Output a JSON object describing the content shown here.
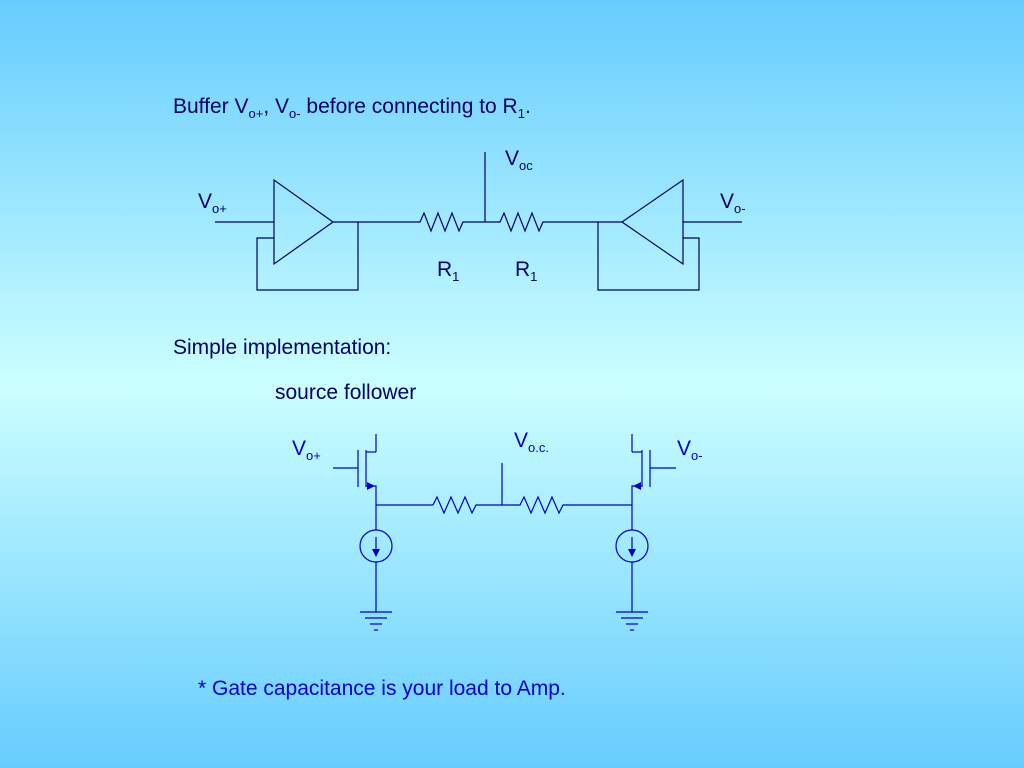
{
  "slide": {
    "heading": {
      "pre": "Buffer V",
      "s1": "o+",
      "mid1": ", V",
      "s2": "o-",
      "mid2": " before connecting to R",
      "s3": "1",
      "post": "."
    },
    "buffer_diagram": {
      "vo_plus": {
        "main": "V",
        "sub": "o+"
      },
      "vo_minus": {
        "main": "V",
        "sub": "o-"
      },
      "voc": {
        "main": "V",
        "sub": "oc"
      },
      "r_left": {
        "main": "R",
        "sub": "1"
      },
      "r_right": {
        "main": "R",
        "sub": "1"
      }
    },
    "simple_impl": "Simple implementation:",
    "source_follower": "source follower",
    "sf_diagram": {
      "vo_plus": {
        "main": "V",
        "sub": "o+"
      },
      "vo_minus": {
        "main": "V",
        "sub": "o-"
      },
      "voc": {
        "main": "V",
        "sub": "o.c."
      }
    },
    "footnote": "* Gate capacitance is your load to Amp."
  }
}
